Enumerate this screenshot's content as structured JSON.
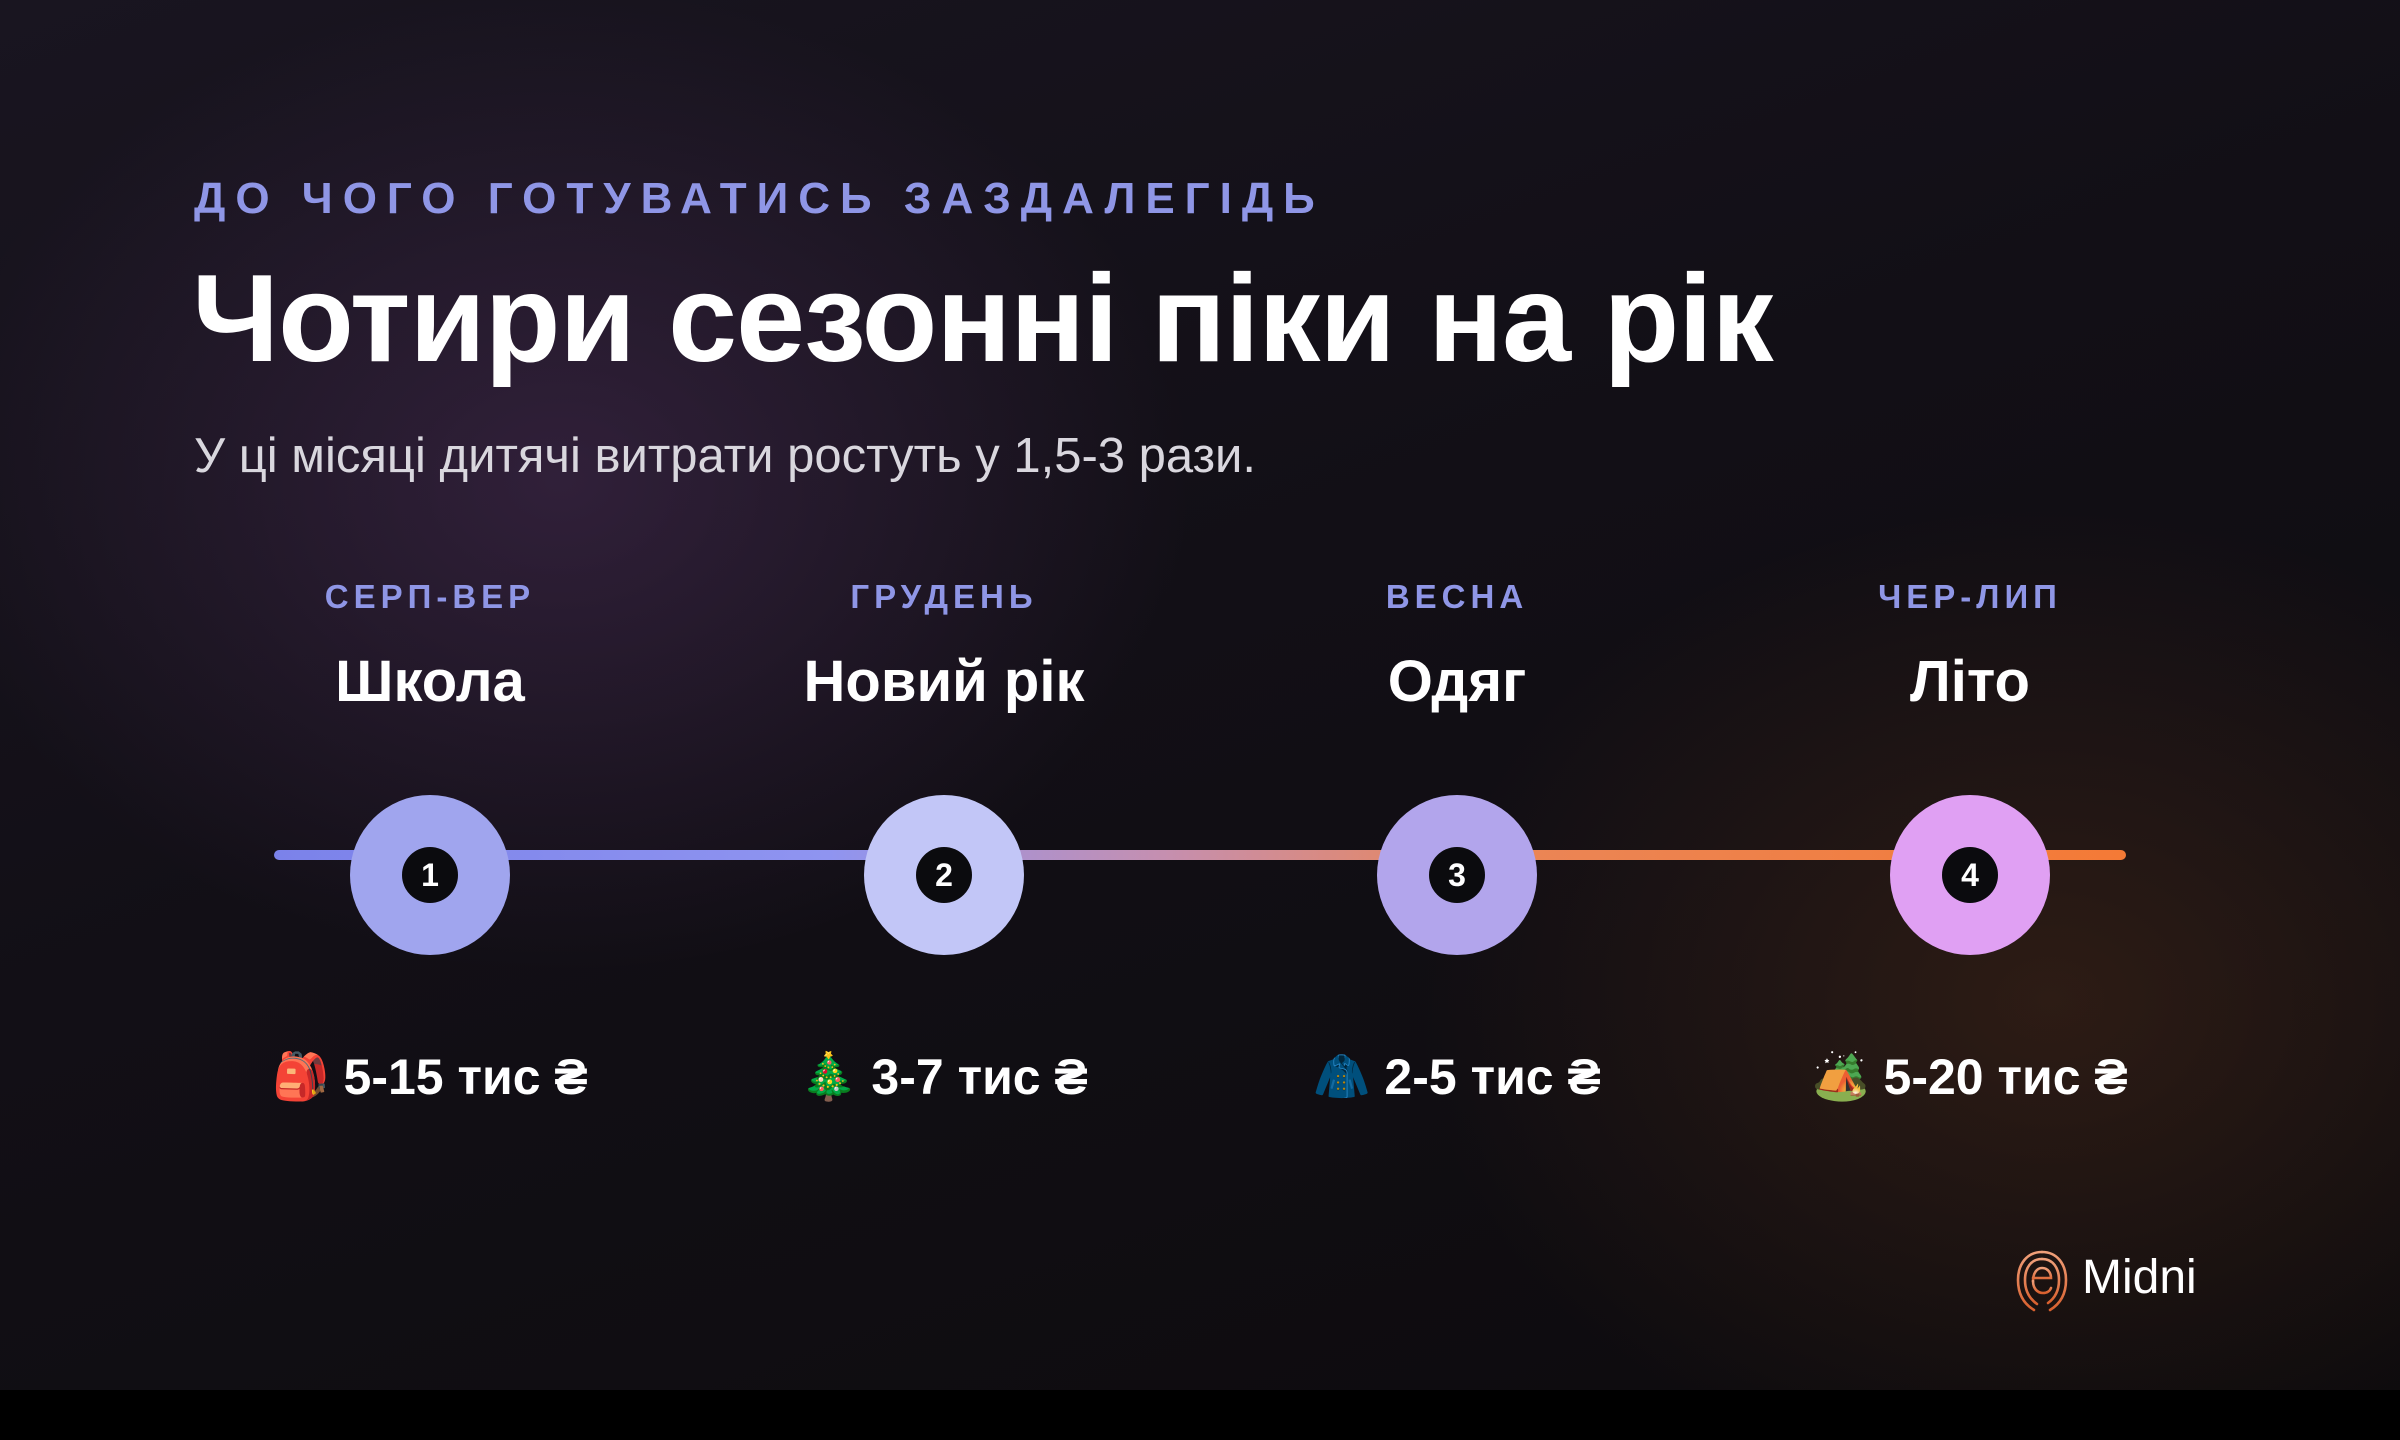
{
  "eyebrow": "ДО ЧОГО ГОТУВАТИСЬ ЗАЗДАЛЕГІДЬ",
  "title": "Чотири сезонні піки на рік",
  "subtitle": "У ці місяці дитячі витрати ростуть у 1,5-3 рази.",
  "seasons": [
    {
      "period": "СЕРП-ВЕР",
      "name": "Школа",
      "number": "1",
      "icon": "🎒",
      "icon_name": "backpack-icon",
      "cost": "5-15 тис ₴",
      "color": "#a0a5ee"
    },
    {
      "period": "ГРУДЕНЬ",
      "name": "Новий рік",
      "number": "2",
      "icon": "🎄",
      "icon_name": "christmas-tree-icon",
      "cost": "3-7 тис ₴",
      "color": "#c2c6f7"
    },
    {
      "period": "ВЕСНА",
      "name": "Одяг",
      "number": "3",
      "icon": "🧥",
      "icon_name": "coat-icon",
      "cost": "2-5 тис ₴",
      "color": "#b2a5ec"
    },
    {
      "period": "ЧЕР-ЛИП",
      "name": "Літо",
      "number": "4",
      "icon": "🏕️",
      "icon_name": "camping-icon",
      "cost": "5-20 тис ₴",
      "color": "#e0a0f3"
    }
  ],
  "brand": {
    "name": "Midni",
    "icon": "fingerprint-logo-icon"
  },
  "colors": {
    "accent": "#8f96e6",
    "track_start": "#7b82ea",
    "track_end": "#f47a36"
  }
}
